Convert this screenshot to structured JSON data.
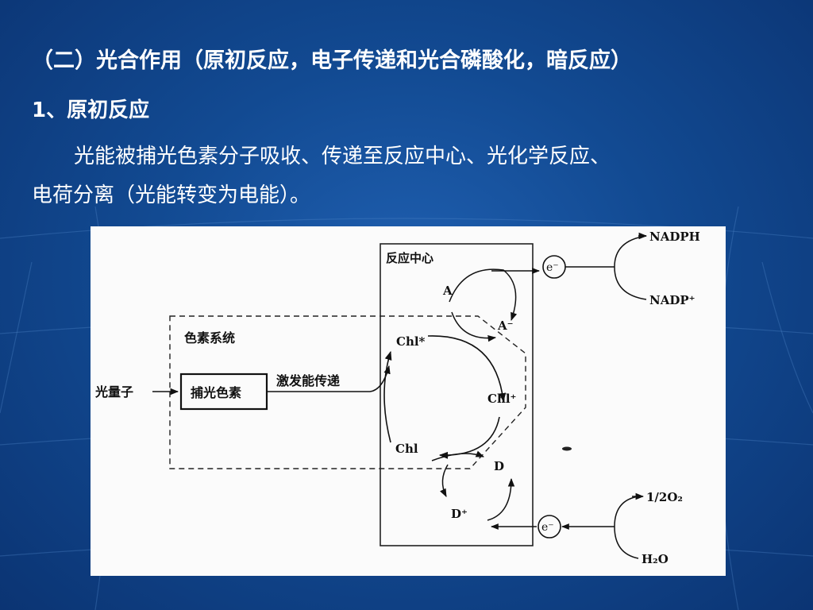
{
  "slide": {
    "title": "（二）光合作用（原初反应，电子传递和光合磷酸化，暗反应）",
    "subtitle": "1、原初反应",
    "para_line1": "光能被捕光色素分子吸收、传递至反应中心、光化学反应、",
    "para_line2": "电荷分离（光能转变为电能）。"
  },
  "diagram": {
    "reaction_center_label": "反应中心",
    "pigment_system_label": "色素系统",
    "light_quantum_label": "光量子",
    "antenna_label": "捕光色素",
    "energy_transfer_label": "激发能传递",
    "chl_excited": "Chl*",
    "chl_oxidized": "Chl⁺",
    "chl_ground": "Chl",
    "acceptor": "A",
    "acceptor_reduced": "A⁻",
    "donor": "D",
    "donor_oxidized": "D⁺",
    "electron_top": "e⁻",
    "electron_bottom": "e⁻",
    "nadph": "NADPH",
    "nadp": "NADP⁺",
    "oxygen": "1/2O₂",
    "water": "H₂O"
  },
  "colors": {
    "background": "#124a92",
    "text": "#ffffff",
    "figure_bg": "#fbfbfb",
    "ink": "#111111"
  }
}
